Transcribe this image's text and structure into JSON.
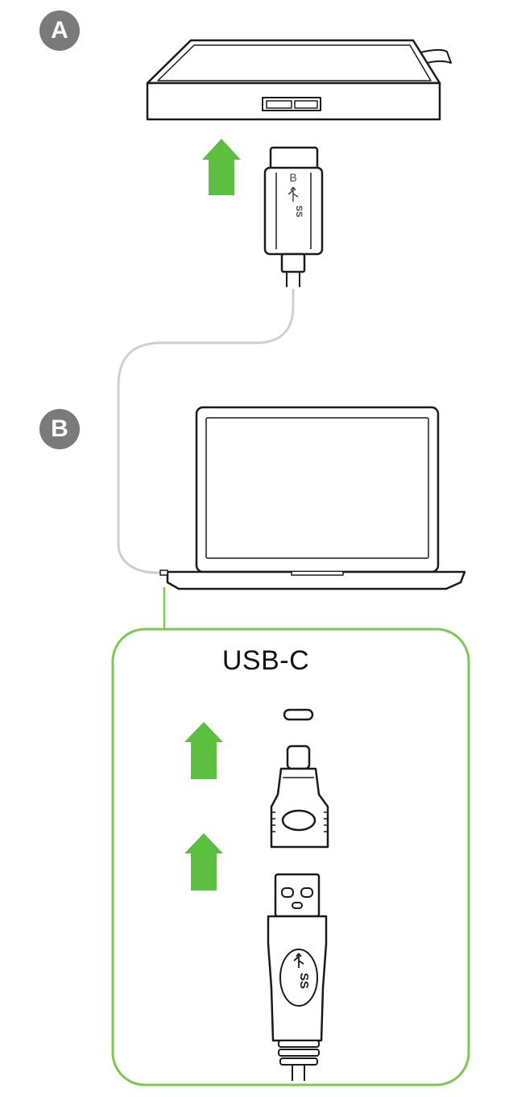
{
  "steps": {
    "a": "A",
    "b": "B"
  },
  "drive_connector_label": "B",
  "usb_logo_text": "SS",
  "panel_title": "USB-C",
  "colors": {
    "arrow": "#5cbf3f",
    "panel_border": "#7ec850",
    "badge": "#7a7a7a",
    "cable": "#cfcfcf",
    "outline": "#1a1a1a"
  },
  "icons": {
    "drive": "external-drive-icon",
    "laptop": "laptop-icon",
    "usb_b_plug": "usb-micro-b-plug-icon",
    "usb_c_port": "usb-c-port-icon",
    "adapter": "usb-c-adapter-icon",
    "usb_a_plug": "usb-a-plug-icon",
    "arrow": "up-arrow-icon"
  }
}
